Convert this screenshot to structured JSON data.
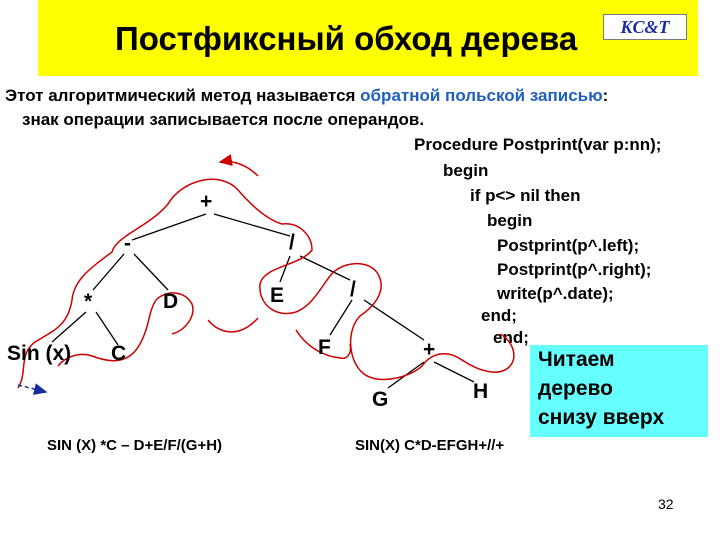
{
  "title": "Постфиксный обход дерева",
  "logo": "KC&T",
  "intro": {
    "line1_prefix": "Этот алгоритмический метод называется ",
    "line1_highlight": "обратной польской записью",
    "line1_suffix": ":",
    "line2": "знак операции записывается после операндов."
  },
  "code": [
    "Procedure Postprint(var p:nn);",
    "begin",
    "if p<> nil then",
    "begin",
    "Postprint(p^.left);",
    "Postprint(p^.right);",
    "write(p^.date);",
    "end;",
    "end;"
  ],
  "tree": {
    "nodes": [
      "+",
      "-",
      "/",
      "*",
      "D",
      "E",
      "/",
      "Sin (x)",
      "C",
      "F",
      "+",
      "G",
      "H"
    ]
  },
  "expression_infix": "SIN (X) *C – D+E/F/(G+H)",
  "expression_postfix": "SIN(X) C*D-EFGH+//+",
  "read_note": [
    "Читаем",
    "дерево",
    "снизу вверх"
  ],
  "page_number": "32",
  "colors": {
    "title_band": "#ffff00",
    "highlight": "#1f5fbf",
    "note_box": "#66ffff",
    "traversal_path": "#cc0000"
  }
}
